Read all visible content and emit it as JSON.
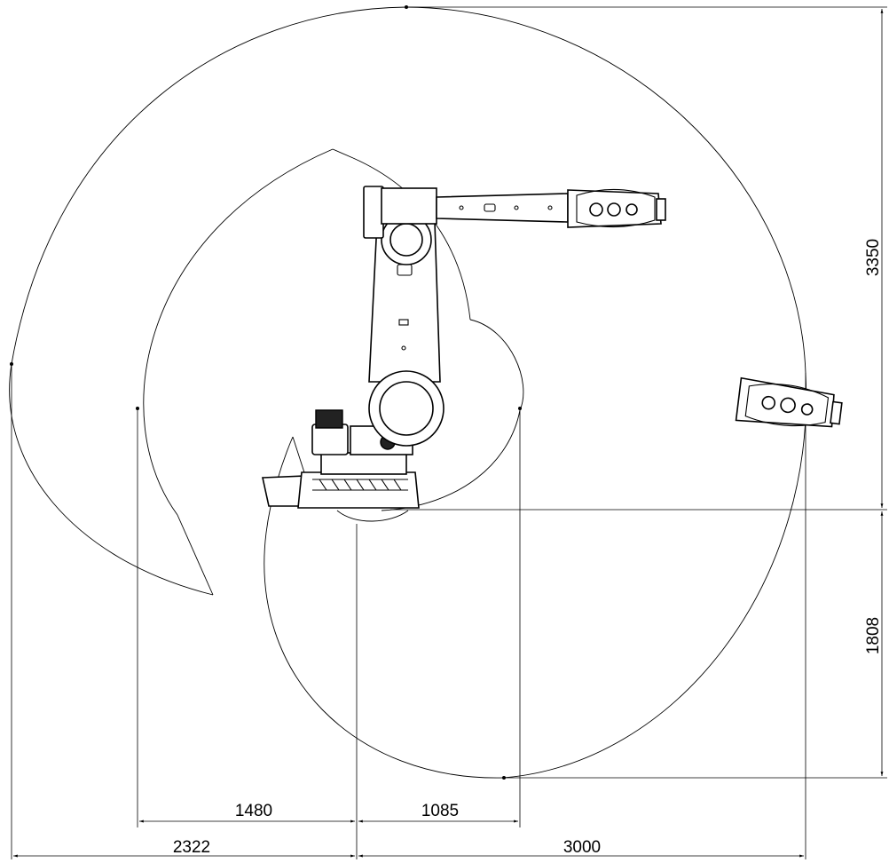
{
  "dimensions": {
    "height_upper": "3350",
    "height_lower": "1808",
    "reach_inner_left": "1480",
    "reach_inner_right": "1085",
    "reach_outer_left": "2322",
    "reach_outer_right": "3000"
  },
  "colors": {
    "line": "#000000",
    "background": "#ffffff"
  }
}
